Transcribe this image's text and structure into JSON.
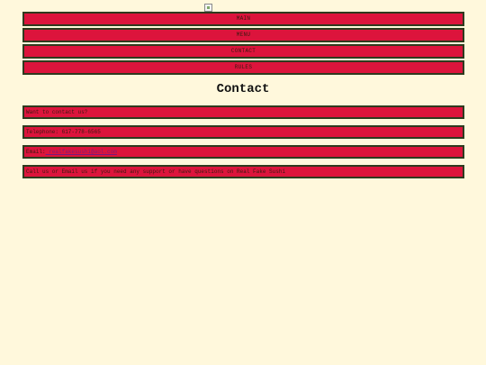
{
  "nav": {
    "items": [
      {
        "label": "MAIN"
      },
      {
        "label": "MENU"
      },
      {
        "label": "CONTACT"
      },
      {
        "label": "RULES"
      }
    ]
  },
  "page": {
    "title": "Contact"
  },
  "contact": {
    "intro": "Want to contact us?",
    "telephone": "Telephone: 617-778-6565",
    "email_label": "Email:",
    "email_link": " realfakesushi@aol.com",
    "message": "Call us or Email us if you need any support or have questions on Real Fake Sushi"
  }
}
